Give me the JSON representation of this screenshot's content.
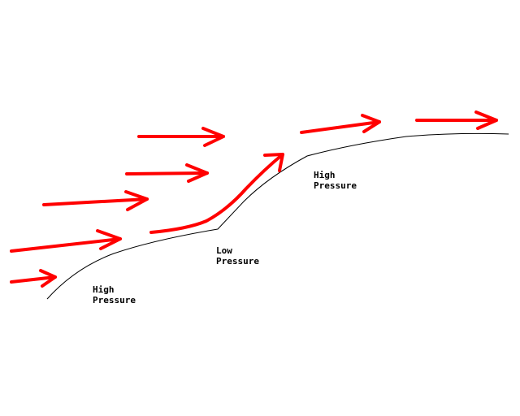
{
  "colors": {
    "arrow": "#ff0000",
    "terrain": "#000000",
    "background": "#ffffff"
  },
  "labels": {
    "high_left": {
      "line1": "High",
      "line2": "Pressure"
    },
    "low_middle": {
      "line1": "Low",
      "line2": "Pressure"
    },
    "high_right": {
      "line1": "High",
      "line2": "Pressure"
    }
  }
}
